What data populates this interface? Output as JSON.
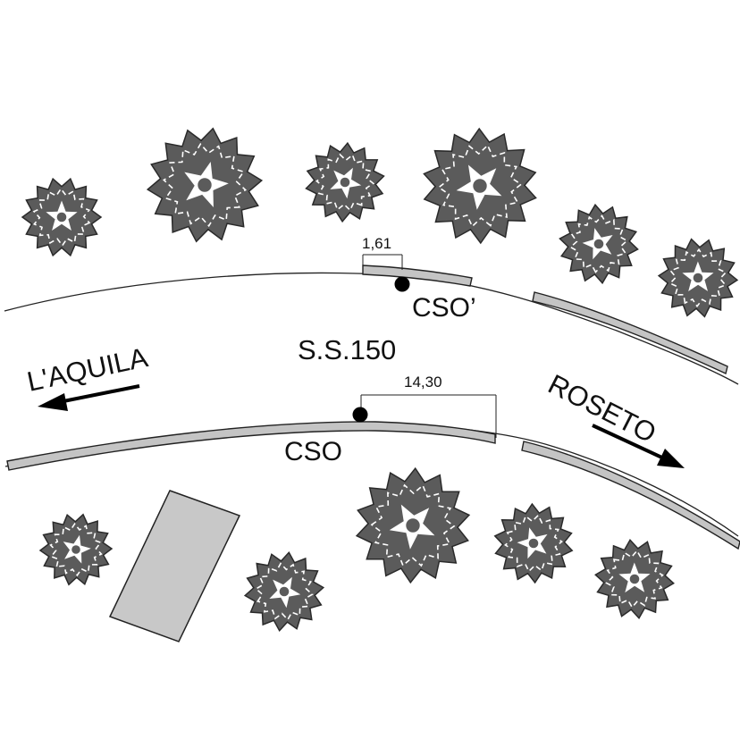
{
  "road": {
    "name": "S.S.150"
  },
  "directions": {
    "left": "L'AQUILA",
    "right": "ROSETO"
  },
  "stations": {
    "upper": {
      "label": "CSO’",
      "offset": "1,61"
    },
    "lower": {
      "label": "CSO",
      "offset": "14,30"
    }
  },
  "colors": {
    "tree": "#5b5b5b",
    "tree_edge": "#2a2a2a",
    "sidewalk": "#c4c4c4",
    "building": "#c8c8c8",
    "line": "#222222"
  },
  "trees_icon": "tree-icon",
  "building_icon": "building-icon"
}
